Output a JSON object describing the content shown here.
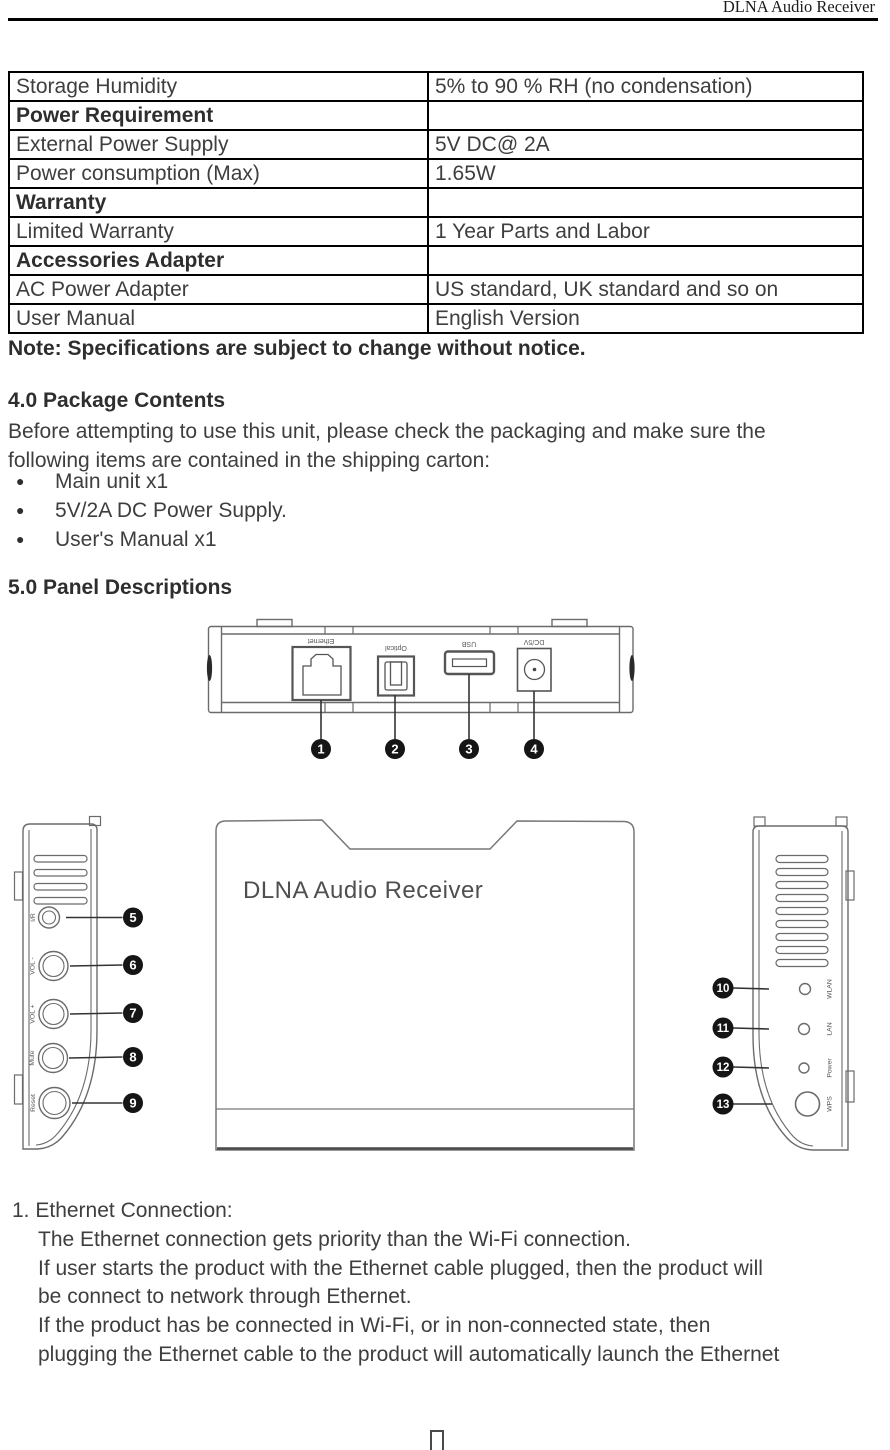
{
  "header": {
    "title": "DLNA Audio Receiver"
  },
  "spec_table": {
    "rows": [
      {
        "label": "Storage Humidity",
        "value": "5% to 90 % RH (no condensation)"
      },
      {
        "label": "Power Requirement",
        "value": ""
      },
      {
        "label": "External Power Supply",
        "value": "5V DC@ 2A"
      },
      {
        "label": "Power consumption (Max)",
        "value": "1.65W"
      },
      {
        "label": "Warranty",
        "value": ""
      },
      {
        "label": "Limited Warranty",
        "value": "1 Year Parts and Labor"
      },
      {
        "label": "Accessories Adapter",
        "value": ""
      },
      {
        "label": "AC Power Adapter",
        "value": "US standard, UK standard and so on"
      },
      {
        "label": "User Manual",
        "value": "English Version"
      }
    ]
  },
  "note": "Note: Specifications are subject to change without notice.",
  "package_contents": {
    "heading": "4.0 Package Contents",
    "intro_line1": "Before attempting to use this unit, please check the packaging and make sure the",
    "intro_line2": "following items are contained in the shipping carton:",
    "bullet": "●",
    "items": [
      "Main unit x1",
      "5V/2A DC Power Supply.",
      "User's Manual x1"
    ]
  },
  "panel_descriptions": {
    "heading": "5.0 Panel Descriptions",
    "front_label": "DLNA Audio Receiver",
    "rear_ports": [
      "Ethernet",
      "Optical",
      "USB",
      "DC/5V"
    ],
    "left_controls": [
      "I/R",
      "VOL -",
      "VOL +",
      "Mute",
      "Reset"
    ],
    "right_indicators": [
      "WLAN",
      "LAN",
      "Power",
      "WPS"
    ],
    "callouts": [
      "1",
      "2",
      "3",
      "4",
      "5",
      "6",
      "7",
      "8",
      "9",
      "10",
      "11",
      "12",
      "13"
    ]
  },
  "ethernet_section": {
    "lines": [
      "1. Ethernet Connection:",
      "The Ethernet connection gets priority than the Wi-Fi connection.",
      "If user starts the product with the Ethernet cable plugged, then the product will",
      "be connect to network through Ethernet.",
      "If the product has be connected in Wi-Fi, or in non-connected state, then",
      "plugging the Ethernet cable to the product will automatically launch the Ethernet"
    ]
  },
  "footer": {
    "page_marker_icon": "missing-glyph-box"
  },
  "colors": {
    "text": "#3e3e3e",
    "border": "#000000",
    "diagram_stroke": "#6b6b6b",
    "callout_fill": "#151515"
  }
}
